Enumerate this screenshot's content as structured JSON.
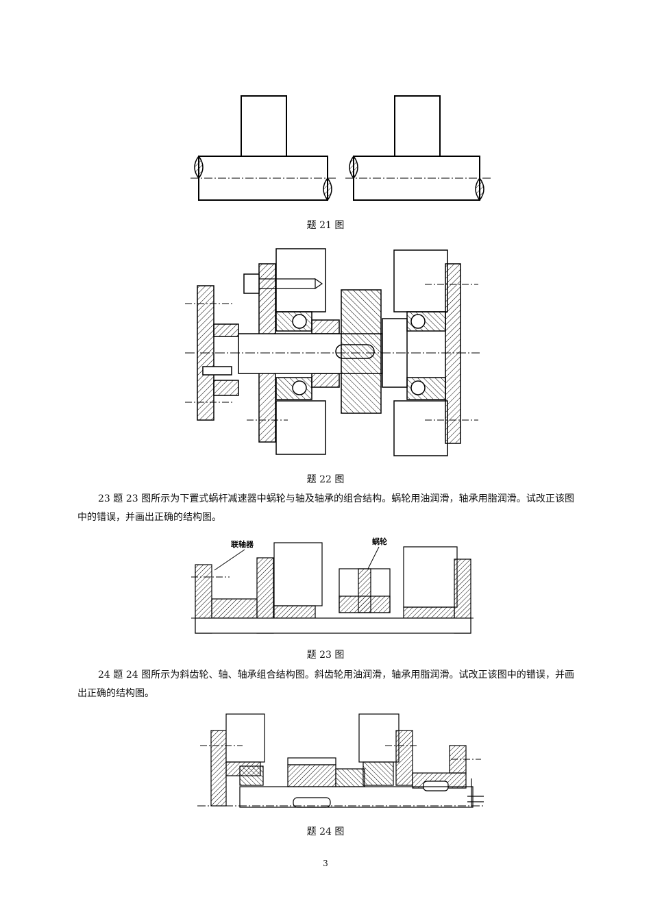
{
  "captions": {
    "fig21": "题 21 图",
    "fig22": "题 22 图",
    "fig23": "题 23 图",
    "fig24": "题 24 图"
  },
  "paragraphs": {
    "q23": "23 题 23 图所示为下置式蜗杆减速器中蜗轮与轴及轴承的组合结构。蜗轮用油润滑，轴承用脂润滑。试改正该图中的错误，并画出正确的结构图。",
    "q24": "24 题 24 图所示为斜齿轮、轴、轴承组合结构图。斜齿轮用油润滑，轴承用脂润滑。试改正该图中的错误，并画出正确的结构图。"
  },
  "fig23_labels": {
    "coupling": "联轴器",
    "worm_wheel": "蜗轮"
  },
  "page_number": "3"
}
